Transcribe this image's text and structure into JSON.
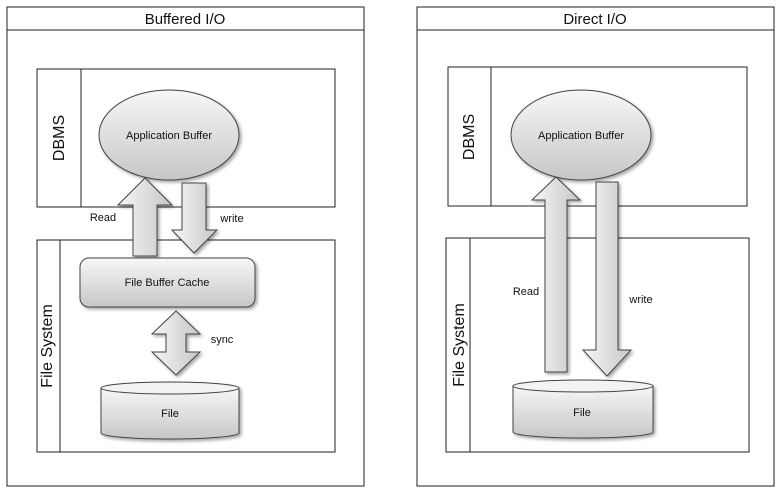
{
  "left_panel": {
    "title": "Buffered I/O",
    "dbms_label": "DBMS",
    "fs_label": "File System",
    "app_buffer": "Application Buffer",
    "file_buffer_cache": "File Buffer Cache",
    "file": "File",
    "read": "Read",
    "write": "write",
    "sync": "sync"
  },
  "right_panel": {
    "title": "Direct I/O",
    "dbms_label": "DBMS",
    "fs_label": "File System",
    "app_buffer": "Application Buffer",
    "file": "File",
    "read": "Read",
    "write": "write"
  },
  "colors": {
    "gradient_top": "#f5f5f5",
    "gradient_bottom": "#c8c8c8",
    "stroke": "#444444"
  }
}
